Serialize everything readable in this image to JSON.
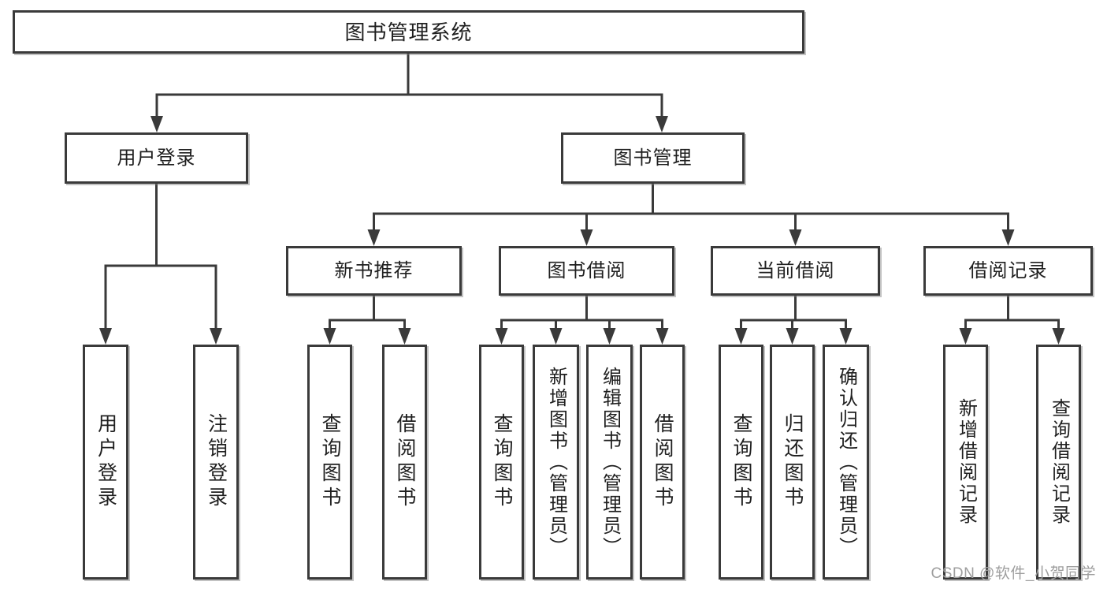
{
  "diagram_title": "图书管理系统",
  "watermark": {
    "text": "CSDN @软件_小贺同学",
    "color": "#9e9e9e"
  },
  "colors": {
    "background": "#ffffff",
    "box_fill": "#ffffff",
    "box_border": "#3a3a3a",
    "line": "#3a3a3a",
    "text": "#1f1f1f"
  },
  "tree": {
    "label": "图书管理系统",
    "children": [
      {
        "label": "用户登录",
        "children": [
          {
            "label": "用户登录"
          },
          {
            "label": "注销登录"
          }
        ]
      },
      {
        "label": "图书管理",
        "children": [
          {
            "label": "新书推荐",
            "children": [
              {
                "label": "查询图书"
              },
              {
                "label": "借阅图书"
              }
            ]
          },
          {
            "label": "图书借阅",
            "children": [
              {
                "label": "查询图书"
              },
              {
                "label": "新增图书（管理员）"
              },
              {
                "label": "编辑图书（管理员）"
              },
              {
                "label": "借阅图书"
              }
            ]
          },
          {
            "label": "当前借阅",
            "children": [
              {
                "label": "查询图书"
              },
              {
                "label": "归还图书"
              },
              {
                "label": "确认归还（管理员）"
              }
            ]
          },
          {
            "label": "借阅记录",
            "children": [
              {
                "label": "新增借阅记录"
              },
              {
                "label": "查询借阅记录"
              }
            ]
          }
        ]
      }
    ]
  }
}
